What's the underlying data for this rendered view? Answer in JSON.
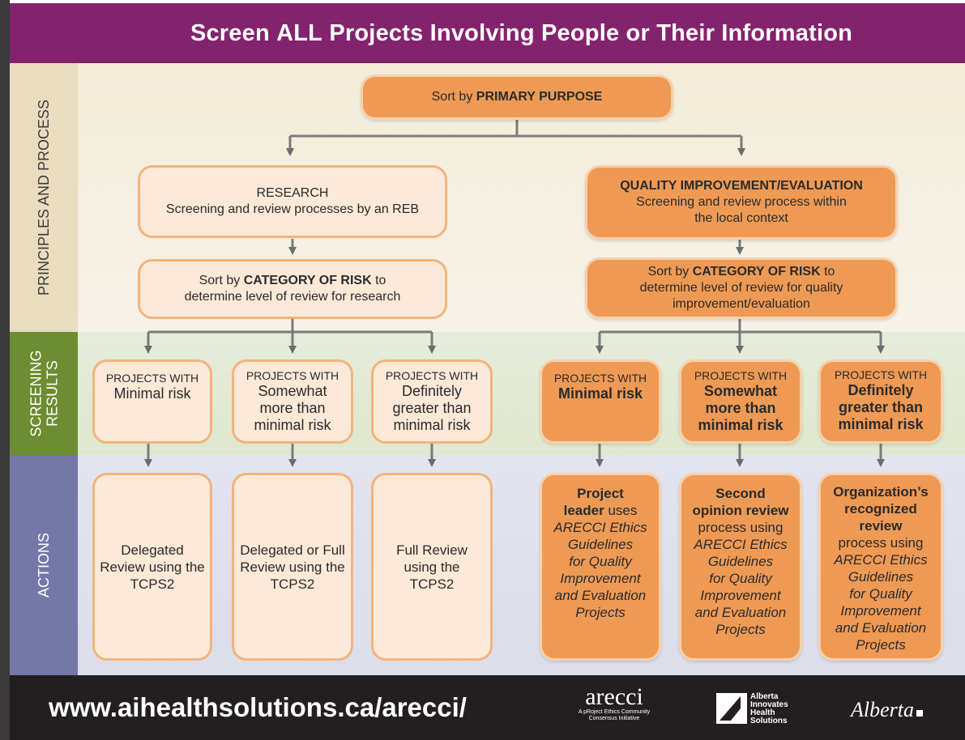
{
  "title": {
    "pre": "Screen ",
    "bold": "ALL",
    "post": " Projects Involving People or Their Information"
  },
  "sides": {
    "principles": "PRINCIPLES AND PROCESS",
    "screening_1": "SCREENING",
    "screening_2": "RESULTS",
    "actions": "ACTIONS"
  },
  "top": {
    "pre": "Sort by ",
    "bold": "PRIMARY PURPOSE"
  },
  "research": {
    "heading": "RESEARCH",
    "sub": "Screening and review processes by an REB"
  },
  "qi": {
    "heading": "QUALITY IMPROVEMENT/EVALUATION",
    "sub1": "Screening and review process within",
    "sub2": "the local context"
  },
  "risk_research": {
    "pre": "Sort by ",
    "bold": "CATEGORY OF RISK",
    "post": " to",
    "line2": "determine level of review for research"
  },
  "risk_qi": {
    "pre": "Sort by ",
    "bold": "CATEGORY OF RISK",
    "post": " to",
    "line2": "determine level of review for quality",
    "line3": "improvement/evaluation"
  },
  "screening": {
    "prefix": "PROJECTS WITH",
    "r1": [
      "Minimal risk"
    ],
    "r2": [
      "Somewhat",
      "more than",
      "minimal risk"
    ],
    "r3": [
      "Definitely",
      "greater than",
      "minimal risk"
    ],
    "q1": [
      "Minimal risk"
    ],
    "q2": [
      "Somewhat",
      "more than",
      "minimal risk"
    ],
    "q3": [
      "Definitely",
      "greater than",
      "minimal risk"
    ]
  },
  "actions": {
    "r1": [
      "Delegated",
      "Review using the",
      "TCPS2"
    ],
    "r2": [
      "Delegated or Full",
      "Review using the",
      "TCPS2"
    ],
    "r3": [
      "Full Review",
      "using the",
      "TCPS2"
    ],
    "q1": {
      "b1": "Project",
      "b2": "leader",
      "n2": " uses",
      "i1": "ARECCI Ethics",
      "i2": "Guidelines",
      "i3": "for Quality",
      "i4": "Improvement",
      "i5": "and Evaluation",
      "i6": "Projects"
    },
    "q2": {
      "b1": "Second",
      "b2": "opinion review",
      "n1": "process using",
      "i1": "ARECCI Ethics",
      "i2": "Guidelines",
      "i3": "for Quality",
      "i4": "Improvement",
      "i5": "and Evaluation",
      "i6": "Projects"
    },
    "q3": {
      "b1": "Organization’s",
      "b2": "recognized",
      "b3": "review",
      "n1": "process using",
      "i1": "ARECCI Ethics",
      "i2": "Guidelines",
      "i3": "for Quality",
      "i4": "Improvement",
      "i5": "and Evaluation",
      "i6": "Projects"
    }
  },
  "footer": {
    "url": "www.aihealthsolutions.ca/arecci/",
    "logo1": "arecci",
    "logo1_sub1": "A pRoject Ethics Community",
    "logo1_sub2": "Consensus Initiative",
    "logo2": [
      "Alberta",
      "Innovates",
      "Health",
      "Solutions"
    ],
    "logo3": "Alberta"
  },
  "colors": {
    "purple": "#84236d",
    "green": "#6c8d31",
    "blue": "#7677a9",
    "orange": "#ee9a55",
    "peach": "#fde9d8"
  }
}
